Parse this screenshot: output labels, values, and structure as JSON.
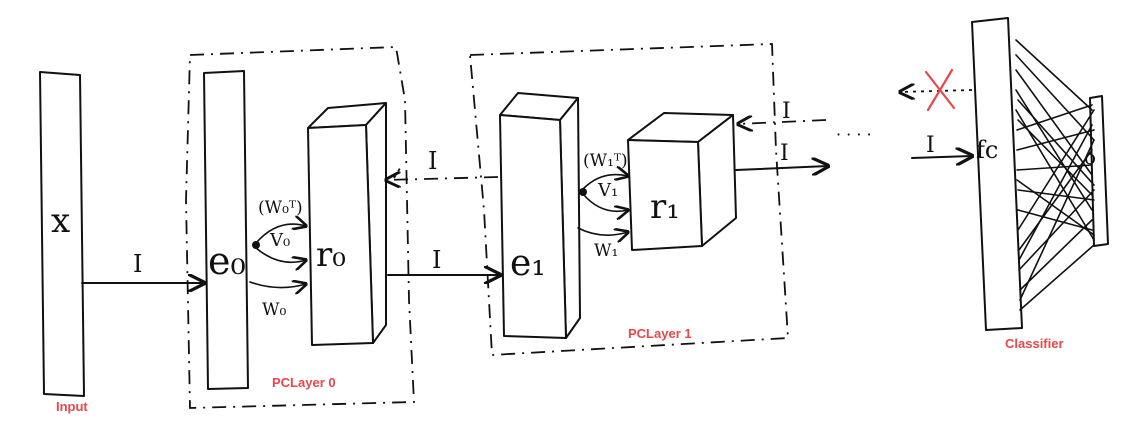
{
  "labels": {
    "input_symbol": "x",
    "e0": "e₀",
    "r0": "r₀",
    "v0": "V₀",
    "w0t": "(W₀ᵀ)",
    "w0": "W₀",
    "e1": "e₁",
    "r1": "r₁",
    "v1": "V₁",
    "w1t": "(W₁ᵀ)",
    "w1": "W₁",
    "fc": "fc",
    "o": "o",
    "identity": "I",
    "ellipsis": "· · · ·"
  },
  "captions": {
    "input": "Input",
    "pclayer0": "PCLayer 0",
    "pclayer1": "PCLayer 1",
    "classifier": "Classifier"
  },
  "colors": {
    "caption": "#e8474a",
    "cross": "#e8474a",
    "ink": "#111111"
  },
  "icons": {
    "blocked_connection": "red-x-cross-icon"
  }
}
